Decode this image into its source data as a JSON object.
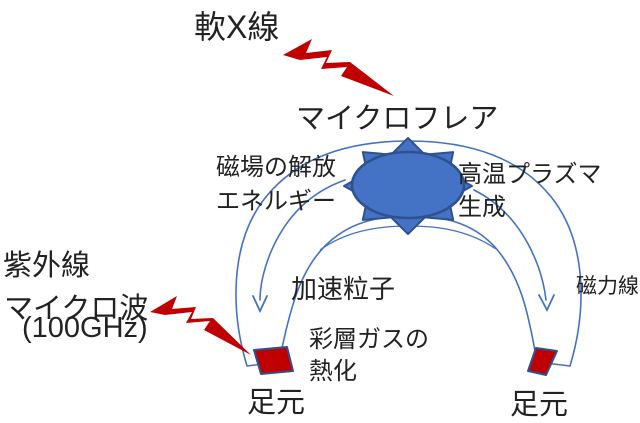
{
  "title": "Solar microflare mechanism diagram",
  "colors": {
    "red": "#C00000",
    "blue_fill": "#4472C4",
    "blue_dark": "#2F528F",
    "line_blue": "#4472C4",
    "text": "#222222",
    "background": "#FFFFFF"
  },
  "labels": {
    "soft_xray": "軟X線",
    "microflare": "マイクロフレア",
    "magnetic_release_line1": "磁場の解放",
    "magnetic_release_line2": "エネルギー",
    "hot_plasma_line1": "高温プラズマ",
    "hot_plasma_line2": "生成",
    "accelerated_particles": "加速粒子",
    "magnetic_field_line": "磁力線",
    "ultraviolet": "紫外線",
    "microwave": "マイクロ波",
    "microwave_freq": "(100GHz)",
    "chromospheric_heating_line1": "彩層ガスの",
    "chromospheric_heating_line2": "熱化",
    "footpoint_left": "足元",
    "footpoint_right": "足元"
  },
  "icons": {
    "xray_lightning": "lightning-bolt-icon",
    "microwave_lightning": "lightning-bolt-icon",
    "reconnection_burst": "starburst-icon",
    "left_footpoint": "footpoint-marker",
    "right_footpoint": "footpoint-marker"
  }
}
